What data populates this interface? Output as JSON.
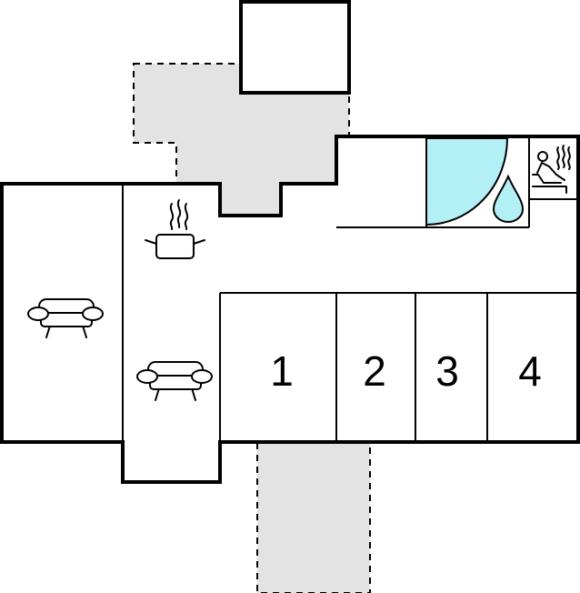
{
  "colors": {
    "wall": "#000000",
    "terrace": "#e3e3e3",
    "water": "#b3f0f5",
    "background": "#ffffff"
  },
  "bedrooms": [
    {
      "number": "1"
    },
    {
      "number": "2"
    },
    {
      "number": "3"
    },
    {
      "number": "4"
    }
  ],
  "icons": {
    "kitchen": "cooking-pot-icon",
    "living_sofa": "sofa-icon",
    "dining_sofa": "sofa-icon",
    "pool": "pool-icon",
    "water": "water-drop-icon",
    "sauna": "sauna-icon"
  }
}
